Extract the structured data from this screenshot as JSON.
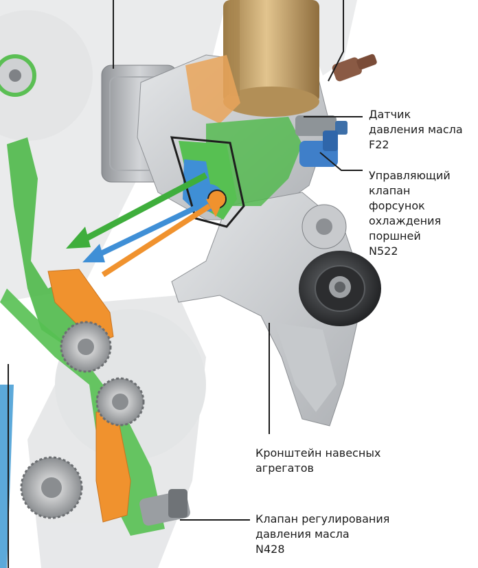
{
  "callouts": {
    "oil_pressure_sensor": {
      "lines": [
        "Датчик",
        "давления масла",
        "F22"
      ]
    },
    "piston_cooling_valve": {
      "lines": [
        "Управляющий",
        "клапан",
        "форсунок",
        "охлаждения",
        "поршней",
        "N522"
      ]
    },
    "accessory_bracket": {
      "lines": [
        "Кронштейн навесных",
        "агрегатов"
      ]
    },
    "oil_pressure_control_valve": {
      "lines": [
        "Клапан регулирования",
        "давления масла",
        "N428"
      ]
    }
  },
  "colors": {
    "oil_circuit_green": "#4fb94a",
    "pressure_blue": "#3f8fd6",
    "return_orange": "#f0922e",
    "engine_grey": "#bfc2c6",
    "filter_bronze": "#c9a46a",
    "connector_brown": "#8a5a44"
  }
}
